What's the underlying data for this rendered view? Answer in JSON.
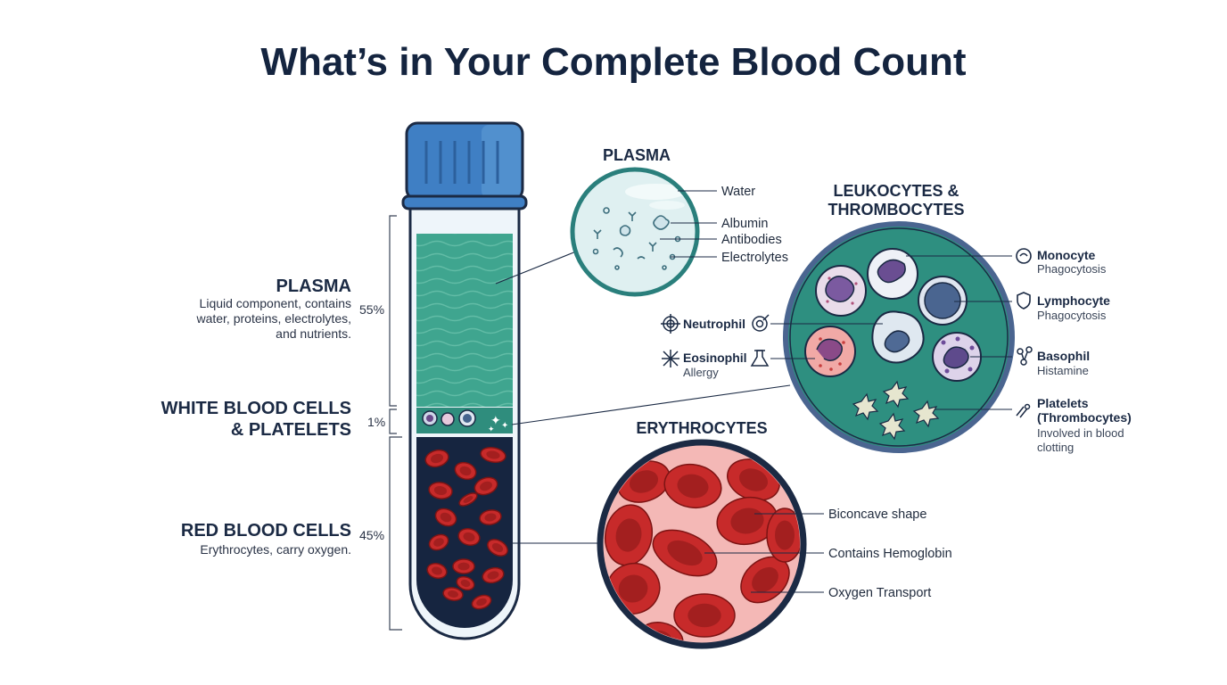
{
  "title": "What’s in Your Complete Blood Count",
  "tube": {
    "plasma": {
      "heading": "PLASMA",
      "desc_lines": [
        "Liquid component, contains",
        "water, proteins, electrolytes,",
        "and nutrients."
      ],
      "percent": "55%"
    },
    "buffy": {
      "heading_lines": [
        "WHITE BLOOD CELLS",
        "& PLATELETS"
      ],
      "percent": "1%"
    },
    "rbc": {
      "heading": "RED BLOOD CELLS",
      "desc": "Erythrocytes, carry oxygen.",
      "percent": "45%"
    }
  },
  "plasma_panel": {
    "heading": "PLASMA",
    "labels": [
      "Water",
      "Albumin",
      "Antibodies",
      "Electrolytes"
    ]
  },
  "leuko_panel": {
    "heading_lines": [
      "LEUKOCYTES &",
      "THROMBOCYTES"
    ],
    "monocyte": {
      "name": "Monocyte",
      "role": "Phagocytosis"
    },
    "lymphocyte": {
      "name": "Lymphocyte",
      "role": "Phagocytosis"
    },
    "basophil": {
      "name": "Basophil",
      "role": "Histamine"
    },
    "platelets": {
      "name_lines": [
        "Platelets",
        "(Thrombocytes)"
      ],
      "role_lines": [
        "Involved in blood",
        "clotting"
      ]
    },
    "neutrophil": {
      "name": "Neutrophil"
    },
    "eosinophil": {
      "name": "Eosinophil",
      "role": "Allergy"
    }
  },
  "ery_panel": {
    "heading": "ERYTHROCYTES",
    "labels": [
      "Biconcave shape",
      "Contains Hemoglobin",
      "Oxygen Transport"
    ]
  },
  "colors": {
    "navy": "#1b2a44",
    "plasma_teal": "#3fa58f",
    "cap_blue": "#3f7fc4",
    "rbc_red": "#c72a2a",
    "panel_teal": "#2e8f80",
    "panel_ring": "#4a6590"
  }
}
